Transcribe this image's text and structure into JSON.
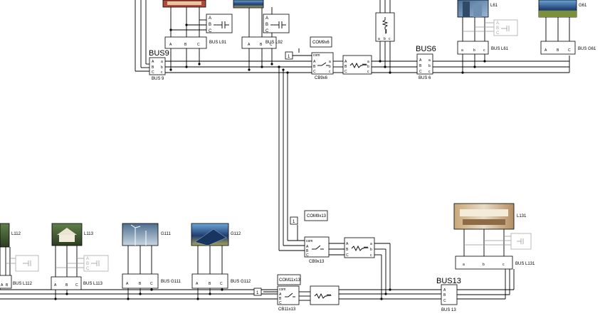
{
  "buses": {
    "bus9": {
      "title": "BUS9",
      "label": "BUS 9"
    },
    "bus6": {
      "title": "BUS6",
      "label": "BUS 6"
    },
    "bus13": {
      "title": "BUS13",
      "label": "BUS 13"
    },
    "bus_l91": {
      "label": "BUS L91"
    },
    "bus_l92": {
      "label": "BUS L92"
    },
    "bus_l61": {
      "label": "BUS L61"
    },
    "bus_g61": {
      "label": "BUS G61"
    },
    "bus_l112": {
      "label": "BUS L112"
    },
    "bus_l113": {
      "label": "BUS L113"
    },
    "bus_g111": {
      "label": "BUS G111"
    },
    "bus_g112": {
      "label": "BUS G112"
    },
    "bus_l131": {
      "label": "BUS L131"
    }
  },
  "breakers": {
    "cb9x6": {
      "label": "CB9x6",
      "command": "COM9x6"
    },
    "cb9x13": {
      "label": "CB9x13",
      "command": "COM9x13"
    },
    "cb11x13": {
      "label": "CB11x13",
      "command": "COM11x13"
    }
  },
  "loads": {
    "l61": "L61",
    "g61": "G61",
    "l112": "L112",
    "l113": "L113",
    "g111": "G111",
    "g112": "G112",
    "l131": "L131"
  },
  "ports": {
    "a": "A",
    "b": "B",
    "c": "C",
    "la": "a",
    "lb": "b",
    "lc": "c",
    "com": "com"
  },
  "constant": "1",
  "colors": {
    "wire": "#000000",
    "disabled": "#9a9a9a"
  }
}
